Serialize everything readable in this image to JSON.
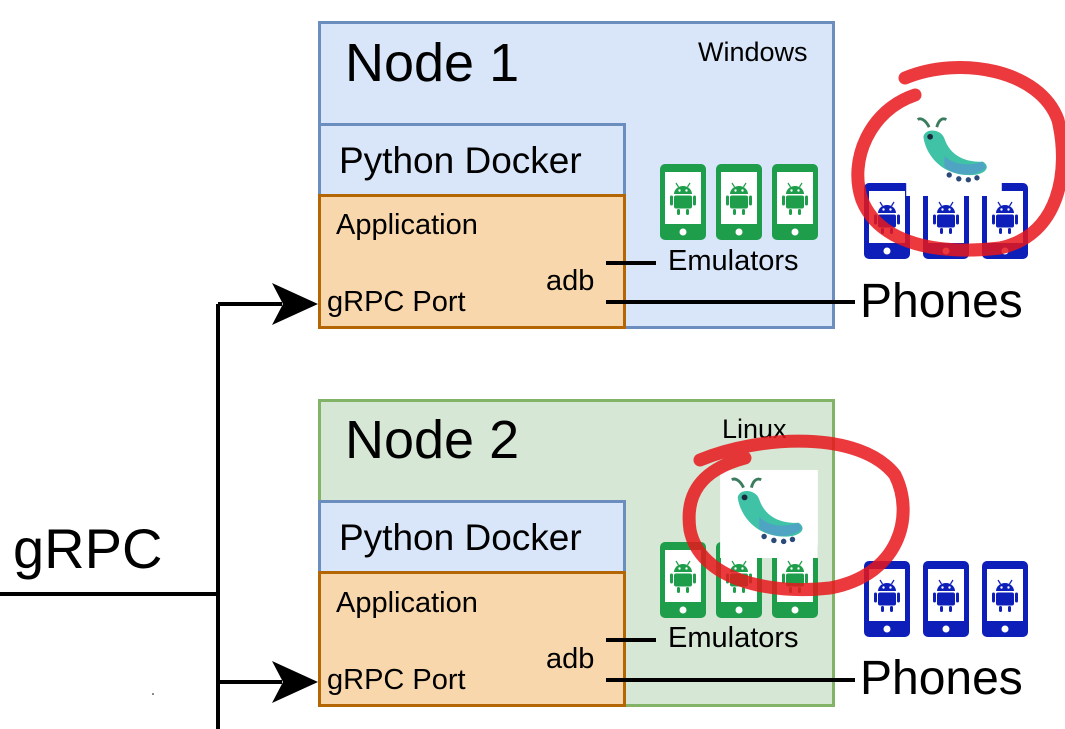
{
  "grpc_label": "gRPC",
  "nodes": [
    {
      "title": "Node 1",
      "os": "Windows",
      "docker": "Python Docker",
      "application": "Application",
      "port": "gRPC Port",
      "adb": "adb",
      "emulators": "Emulators",
      "phones": "Phones"
    },
    {
      "title": "Node 2",
      "os": "Linux",
      "docker": "Python Docker",
      "application": "Application",
      "port": "gRPC Port",
      "adb": "adb",
      "emulators": "Emulators",
      "phones": "Phones"
    }
  ],
  "colors": {
    "windows_fill": "#d9e6f9",
    "windows_stroke": "#6c8ebf",
    "linux_fill": "#d6e8d5",
    "linux_stroke": "#82b366",
    "app_fill": "#f9d7ac",
    "app_stroke": "#b46504",
    "emulator": "#1e9e4a",
    "phone": "#0d1fb8",
    "highlight": "#e8161b",
    "bug": "#3fc2a5"
  },
  "icons": [
    "android-emulator-icon",
    "android-phone-icon",
    "bug-icon"
  ]
}
